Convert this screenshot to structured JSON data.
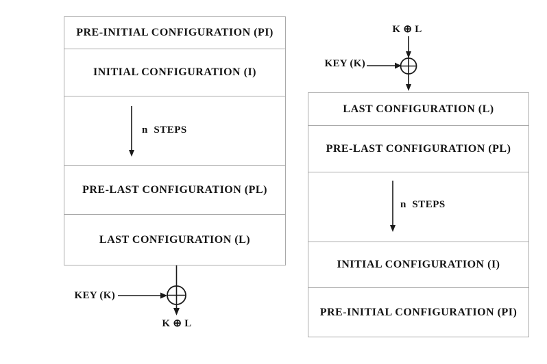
{
  "left_flow": {
    "stack": {
      "rows": [
        {
          "label": "PRE-INITIAL CONFIGURATION (PI)"
        },
        {
          "label": "INITIAL CONFIGURATION (I)"
        },
        {
          "label": "n  STEPS"
        },
        {
          "label": "PRE-LAST CONFIGURATION (PL)"
        },
        {
          "label": "LAST CONFIGURATION (L)"
        }
      ]
    },
    "key_label": "KEY (K)",
    "output_label": "K ⊕ L"
  },
  "right_flow": {
    "input_label": "K ⊕ L",
    "key_label": "KEY (K)",
    "stack": {
      "rows": [
        {
          "label": "LAST CONFIGURATION (L)"
        },
        {
          "label": "PRE-LAST CONFIGURATION (PL)"
        },
        {
          "label": "n  STEPS"
        },
        {
          "label": "INITIAL CONFIGURATION (I)"
        },
        {
          "label": "PRE-INITIAL CONFIGURATION (PI)"
        }
      ]
    }
  },
  "colors": {
    "background": "#ffffff",
    "box_border": "#a9a9a9",
    "line": "#1a1a1a",
    "text": "#141414"
  }
}
